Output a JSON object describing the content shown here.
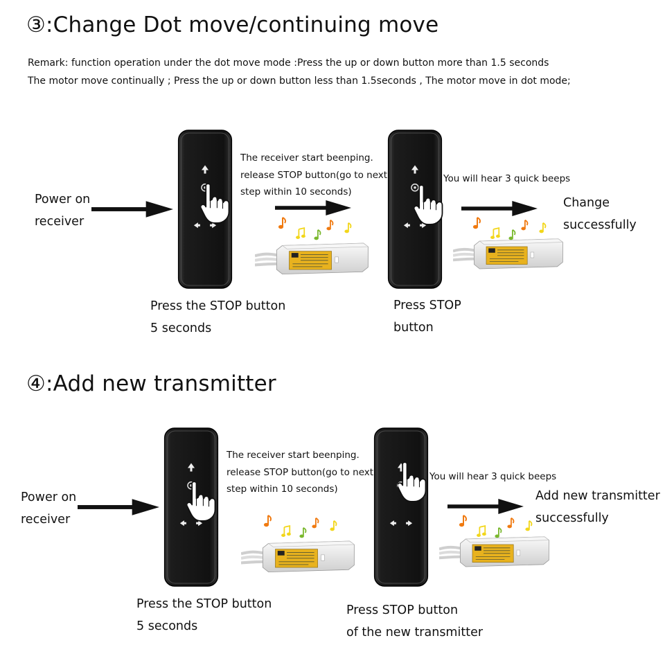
{
  "section3": {
    "heading": "③:Change Dot move/continuing move",
    "remark_line1": "Remark: function operation under the dot move  mode :Press the up or down button more than 1.5 seconds",
    "remark_line2": "The motor move continually ; Press the up or down button less than 1.5seconds , The motor move in dot mode;",
    "start_label": [
      "Power on",
      "receiver"
    ],
    "step1_label": [
      "Press the STOP button",
      "5 seconds"
    ],
    "beep_note": [
      "The receiver start beenping.",
      "release STOP button(go to next",
      "step within 10 seconds)"
    ],
    "step2_label": [
      "Press STOP",
      "button"
    ],
    "confirm_note": "You will hear 3 quick beeps",
    "result_label": [
      "Change",
      "successfully"
    ]
  },
  "section4": {
    "heading": "④:Add new transmitter",
    "start_label": [
      "Power on",
      "receiver"
    ],
    "step1_label": [
      "Press the STOP button",
      "5 seconds"
    ],
    "beep_note": [
      "The receiver start beenping.",
      "release STOP button(go to next",
      "step within 10 seconds)"
    ],
    "step2_label": [
      "Press STOP button",
      "of the new transmitter"
    ],
    "confirm_note": "You will hear 3 quick beeps",
    "result_label": [
      "Add new transmitter",
      "successfully"
    ]
  },
  "colors": {
    "remote_body": "#1a1a1a",
    "receiver_body": "#eeeeee",
    "receiver_sticker": "#e8b21e",
    "note_orange": "#f07a10",
    "note_yellow": "#f2d61a",
    "note_green": "#7ab82e",
    "arrow": "#111111"
  },
  "icons": [
    "remote-transmitter-icon",
    "pointing-hand-icon",
    "music-notes-icon",
    "receiver-box-icon",
    "right-arrow-icon"
  ]
}
